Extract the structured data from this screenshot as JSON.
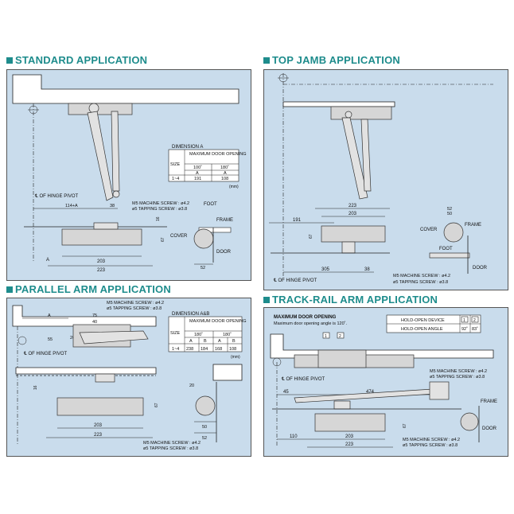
{
  "standard": {
    "title": "STANDARD APPLICATION",
    "table_title": "DIMENSION A",
    "table_header": "MAXIMUM DOOR OPENING",
    "col_size": "SIZE",
    "angles": [
      "100˚",
      "180˚"
    ],
    "sub": [
      "A",
      "A"
    ],
    "row_size": "1~4",
    "row_values": [
      "191",
      "108"
    ],
    "unit": "(mm)",
    "hinge_pivot": "℄ OF HINGE PIVOT",
    "dim_114": "114+A",
    "dim_38": "38",
    "dim_16": "16",
    "dim_67": "67",
    "dim_203": "203",
    "dim_223": "223",
    "dim_52": "52",
    "label_a": "A",
    "screw_m5": "M5 MACHINE SCREW : ø4.2",
    "screw_tap": "ø5 TAPPING SCREW : ø3.8",
    "foot": "FOOT",
    "frame": "FRAME",
    "cover": "COVER",
    "door": "DOOR"
  },
  "topjamb": {
    "title": "TOP JAMB APPLICATION",
    "dim_223": "223",
    "dim_203": "203",
    "dim_191": "191",
    "dim_52": "52",
    "dim_50": "50",
    "dim_67": "67",
    "dim_305": "305",
    "dim_38": "38",
    "cover": "COVER",
    "frame": "FRAME",
    "foot": "FOOT",
    "door": "DOOR",
    "hinge_pivot": "℄ OF HINGE PIVOT",
    "screw_m5": "M5 MACHINE SCREW : ø4.2",
    "screw_tap": "ø5 TAPPING SCREW : ø3.8"
  },
  "parallel": {
    "title": "PARALLEL ARM APPLICATION",
    "screw_m5": "M5 MACHINE SCREW : ø4.2",
    "screw_tap": "ø5 TAPPING SCREW : ø3.8",
    "table_title": "DIMENSION A&B",
    "table_header": "MAXIMUM DOOR OPENING",
    "col_size": "SIZE",
    "angles": [
      "180˚",
      "180˚"
    ],
    "sub": [
      "A",
      "B",
      "A",
      "B"
    ],
    "row_size": "1~4",
    "row_values": [
      "238",
      "184",
      "168",
      "108"
    ],
    "unit": "(mm)",
    "dim_a": "A",
    "dim_b": "B",
    "dim_75": "75",
    "dim_40": "40",
    "dim_26": "26",
    "dim_55": "55",
    "dim_16": "16",
    "dim_67": "67",
    "dim_203": "203",
    "dim_223": "223",
    "dim_20": "20",
    "dim_50": "50",
    "dim_52": "52",
    "hinge_pivot": "℄ OF HINGE PIVOT",
    "screw2_m5": "M5 MACHINE SCREW : ø4.2",
    "screw2_tap": "ø5 TAPPING SCREW : ø3.8"
  },
  "trackrail": {
    "title": "TRACK-RAIL ARM APPLICATION",
    "max_open": "MAXIMUM DOOR OPENING",
    "max_open_note": "Maximum door opening angle is 120˚.",
    "hold_device": "HOLD-OPEN DEVICE",
    "hold_angle": "HOLD-OPEN ANGLE",
    "hold_boxes": [
      "1",
      "2"
    ],
    "hold_values": [
      "92˚",
      "83˚"
    ],
    "markers": [
      "1",
      "2"
    ],
    "screw_m5": "M5 MACHINE SCREW : ø4.2",
    "screw_tap": "ø5 TAPPING SCREW : ø3.8",
    "hinge_pivot": "℄ OF HINGE PIVOT",
    "dim_45": "45",
    "dim_474": "474",
    "dim_110": "110",
    "dim_203": "203",
    "dim_223": "223",
    "dim_67": "67",
    "frame": "FRAME",
    "door": "DOOR",
    "screw2_m5": "M5 MACHINE SCREW : ø4.2",
    "screw2_tap": "ø5 TAPPING SCREW : ø3.8"
  }
}
